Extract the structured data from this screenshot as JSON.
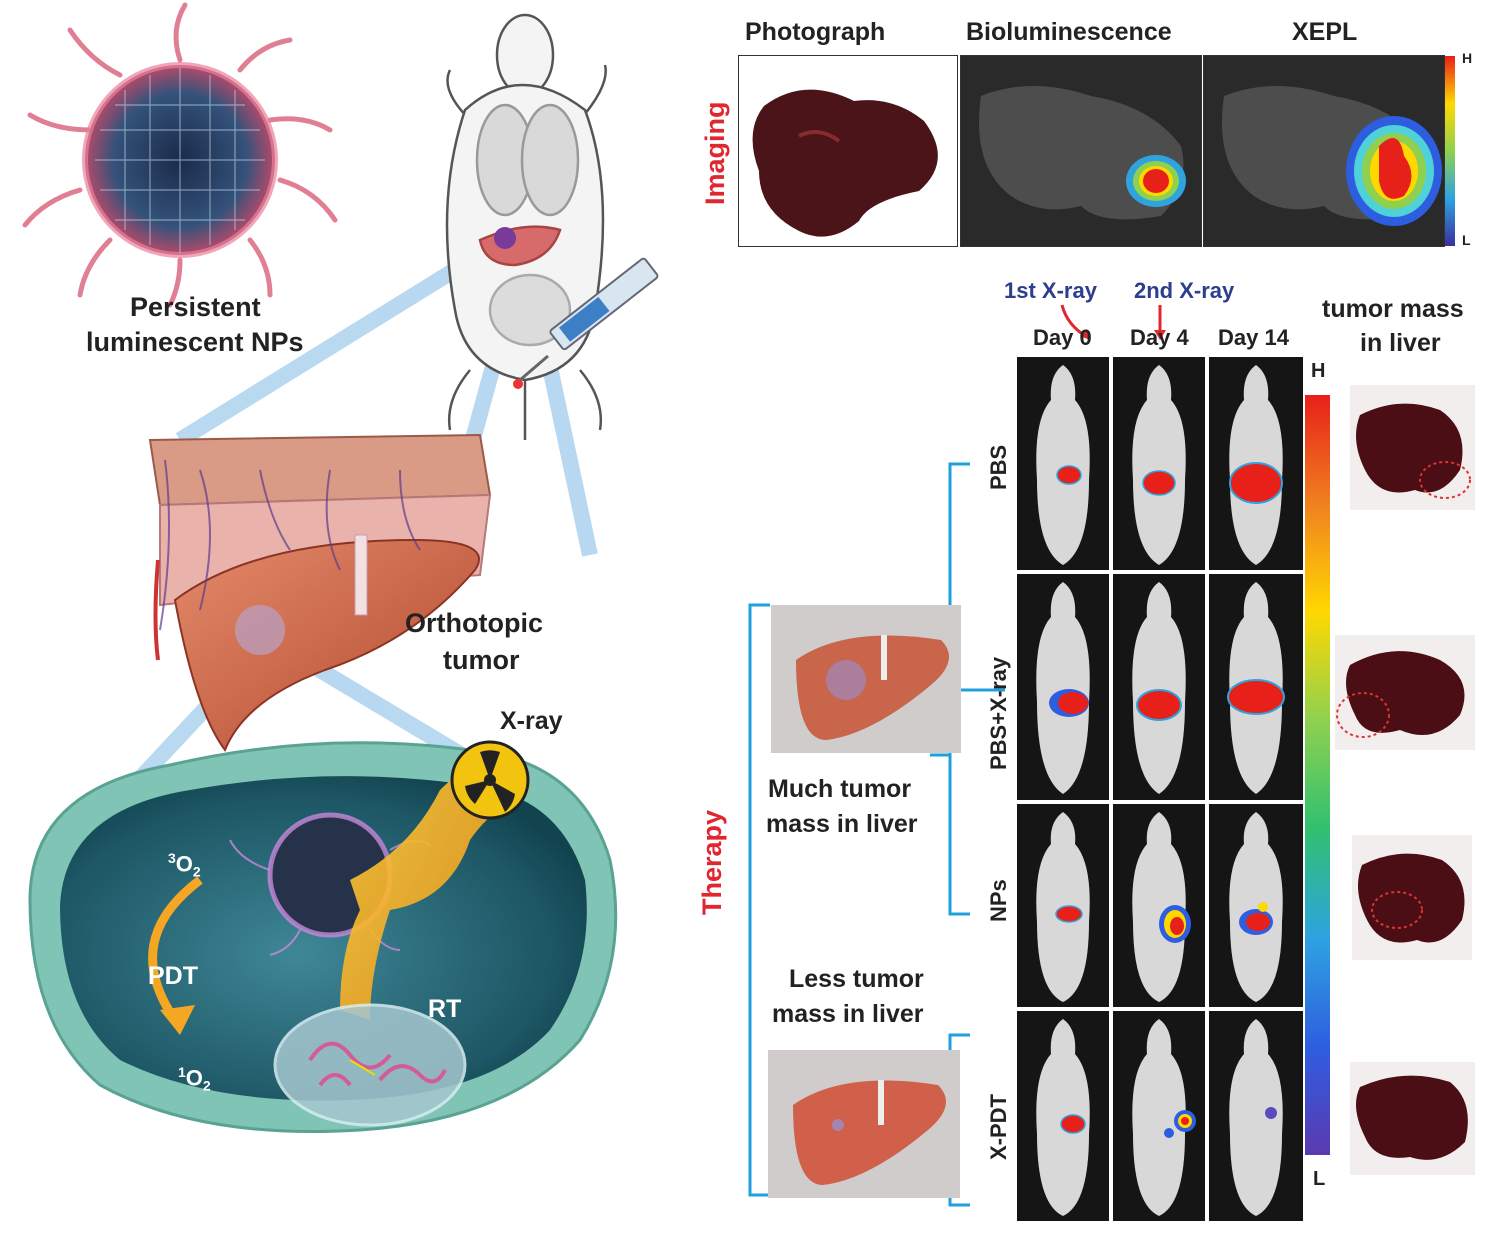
{
  "left": {
    "np_label_line1": "Persistent",
    "np_label_line2": "luminescent NPs",
    "tumor_label_line1": "Orthotopic",
    "tumor_label_line2": "tumor",
    "xray_label": "X-ray",
    "o2_triplet_sup": "3",
    "o2_triplet": "O",
    "o2_triplet_sub": "2",
    "pdt_label": "PDT",
    "o2_singlet_sup": "1",
    "o2_singlet": "O",
    "o2_singlet_sub": "2",
    "rt_label": "RT"
  },
  "imaging": {
    "section_label": "Imaging",
    "col_headers": [
      "Photograph",
      "Bioluminescence",
      "XEPL"
    ],
    "scale_high": "H",
    "scale_low": "L"
  },
  "therapy": {
    "section_label": "Therapy",
    "xray1": "1st X-ray",
    "xray2": "2nd X-ray",
    "days": [
      "Day 0",
      "Day 4",
      "Day 14"
    ],
    "mass_header_line1": "tumor mass",
    "mass_header_line2": "in liver",
    "groups": [
      "PBS",
      "PBS+X-ray",
      "NPs",
      "X-PDT"
    ],
    "much_line1": "Much tumor",
    "much_line2": "mass in liver",
    "less_line1": "Less tumor",
    "less_line2": "mass in liver",
    "scale_high": "H",
    "scale_low": "L",
    "colors": {
      "accent_red": "#e0262e",
      "bracket_blue": "#1ea0dc",
      "xray_blue": "#2c3e8c"
    }
  }
}
